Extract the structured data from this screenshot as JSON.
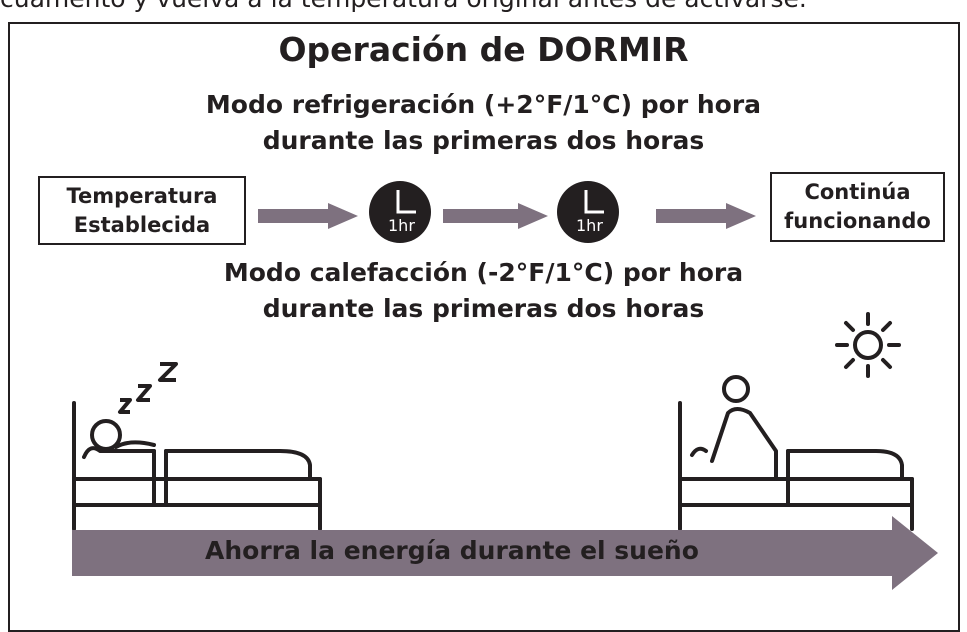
{
  "top_cut_text": "cuamento y vuelva a la temperatura original antes de activarse.",
  "title": "Operación de DORMIR",
  "cooling": {
    "line1": "Modo refrigeración (+2°F/1°C) por hora",
    "line2": "durante las primeras dos horas"
  },
  "flow": {
    "start_line1": "Temperatura",
    "start_line2": "Establecida",
    "clock1_label": "1hr",
    "clock2_label": "1hr",
    "end_line1": "Continúa",
    "end_line2": "funcionando"
  },
  "heating": {
    "line1": "Modo calefacción (-2°F/1°C) por hora",
    "line2": "durante las primeras dos horas"
  },
  "banner": "Ahorra la energía durante el sueño",
  "colors": {
    "arrow": "#7e717f",
    "ink": "#231f20"
  }
}
